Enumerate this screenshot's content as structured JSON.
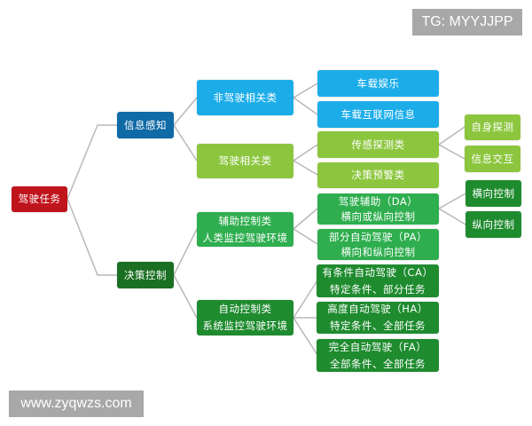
{
  "watermarks": {
    "top_right": "TG: MYYJJPP",
    "bottom_left": "www.zyqwzs.com"
  },
  "colors": {
    "root": "#c0141c",
    "info_perception": "#0f6aa6",
    "non_driving": "#1cade9",
    "driving_related": "#8cc63e",
    "assist_control": "#2fae4f",
    "auto_control": "#1f8b2f",
    "decision_control": "#1b6f22",
    "connector": "#b8b8b8"
  },
  "diagram": {
    "root": "驾驶任务",
    "level1": {
      "info": "信息感知",
      "decision": "决策控制"
    },
    "level2": {
      "non_driving": "非驾驶相关类",
      "driving": "驾驶相关类",
      "assist": [
        "辅助控制类",
        "人类监控驾驶环境"
      ],
      "auto": [
        "自动控制类",
        "系统监控驾驶环境"
      ]
    },
    "level3": {
      "entertainment": "车载娱乐",
      "internet": "车载互联网信息",
      "sensing": "传感探测类",
      "warning": "决策预警类",
      "da": [
        "驾驶辅助（DA）",
        "横向或纵向控制"
      ],
      "pa": [
        "部分自动驾驶（PA）",
        "横向和纵向控制"
      ],
      "ca": [
        "有条件自动驾驶（CA）",
        "特定条件、部分任务"
      ],
      "ha": [
        "高度自动驾驶（HA）",
        "特定条件、全部任务"
      ],
      "fa": [
        "完全自动驾驶（FA）",
        "全部条件、全部任务"
      ]
    },
    "level4": {
      "self_detect": "自身探测",
      "info_exchange": "信息交互",
      "lateral": "横向控制",
      "longitudinal": "纵向控制"
    }
  }
}
